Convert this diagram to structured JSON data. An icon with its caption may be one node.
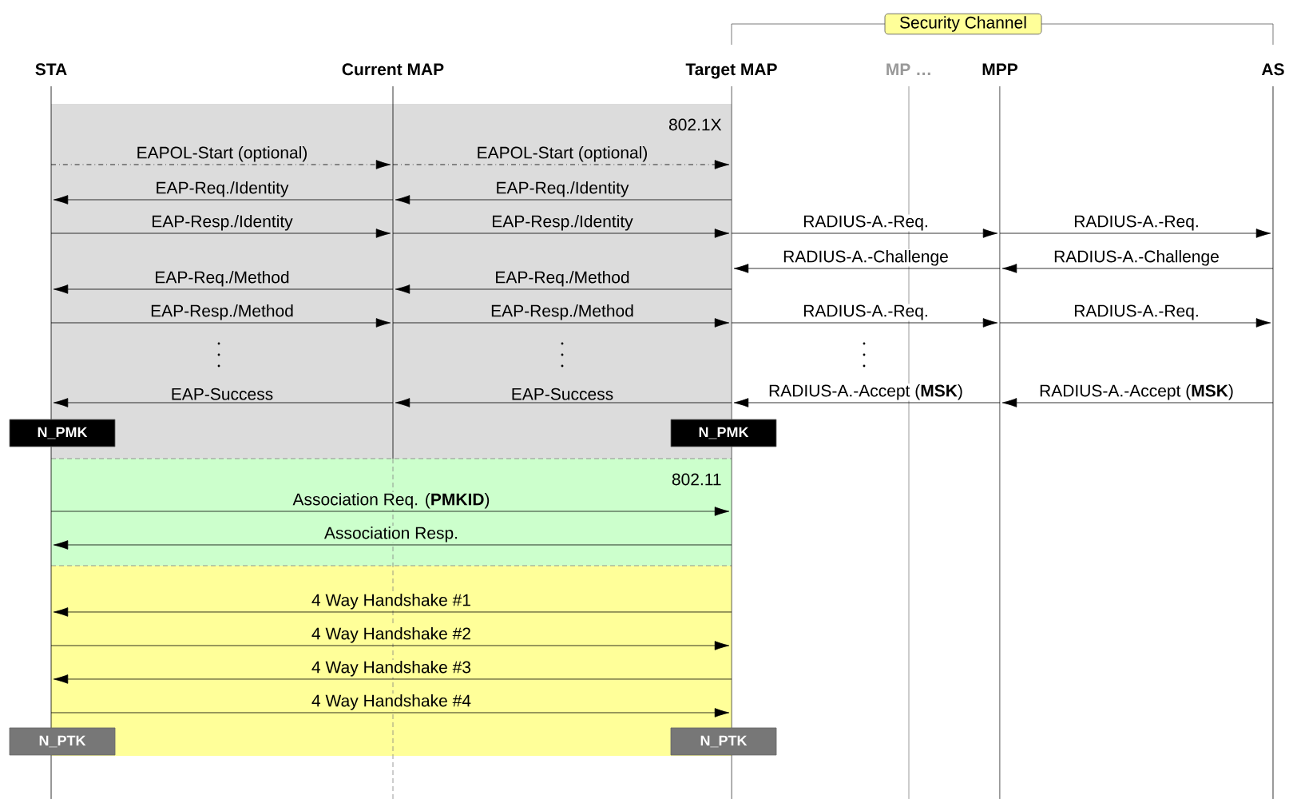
{
  "diagram": {
    "nodes": [
      {
        "text": [],
        "shape": "line",
        "beside": [
          "STA"
        ]
      },
      {
        "text": [],
        "shape": "line",
        "beside": [
          "Current MAP"
        ]
      },
      {
        "text": [],
        "shape": "line",
        "beside": [
          "Target MAP"
        ]
      },
      {
        "text": [],
        "shape": "line",
        "beside": [
          "MP …"
        ]
      },
      {
        "text": [],
        "shape": "line",
        "beside": [
          "MPP"
        ]
      },
      {
        "text": [],
        "shape": "line",
        "beside": [
          "AS"
        ]
      },
      {
        "text": [
          "Security Channel"
        ]
      },
      {
        "text": [
          "N_PMK"
        ]
      },
      {
        "text": [
          "N_PMK"
        ]
      },
      {
        "text": [
          "N_PTK"
        ]
      },
      {
        "text": [
          "N_PTK"
        ]
      }
    ],
    "edges": [
      {
        "from": 0,
        "to": 1,
        "arrow": "to",
        "label": "EAPOL-Start (optional)",
        "style": "dashed"
      },
      {
        "from": 1,
        "to": 2,
        "arrow": "to",
        "label": "EAPOL-Start (optional)",
        "style": "dashed"
      },
      {
        "from": 1,
        "to": 0,
        "arrow": "to",
        "label": "EAP-Req./Identity"
      },
      {
        "from": 2,
        "to": 1,
        "arrow": "to",
        "label": "EAP-Req./Identity"
      },
      {
        "from": 0,
        "to": 1,
        "arrow": "to",
        "label": "EAP-Resp./Identity"
      },
      {
        "from": 1,
        "to": 2,
        "arrow": "to",
        "label": "EAP-Resp./Identity"
      },
      {
        "from": 2,
        "to": 4,
        "arrow": "to",
        "label": "RADIUS-A.-Req."
      },
      {
        "from": 4,
        "to": 5,
        "arrow": "to",
        "label": "RADIUS-A.-Req."
      },
      {
        "from": 4,
        "to": 2,
        "arrow": "to",
        "label": "RADIUS-A.-Challenge"
      },
      {
        "from": 5,
        "to": 4,
        "arrow": "to",
        "label": "RADIUS-A.-Challenge"
      },
      {
        "from": 1,
        "to": 0,
        "arrow": "to",
        "label": "EAP-Req./Method"
      },
      {
        "from": 2,
        "to": 1,
        "arrow": "to",
        "label": "EAP-Req./Method"
      },
      {
        "from": 0,
        "to": 1,
        "arrow": "to",
        "label": "EAP-Resp./Method"
      },
      {
        "from": 1,
        "to": 2,
        "arrow": "to",
        "label": "EAP-Resp./Method"
      },
      {
        "from": 2,
        "to": 4,
        "arrow": "to",
        "label": "RADIUS-A.-Req."
      },
      {
        "from": 4,
        "to": 5,
        "arrow": "to",
        "label": "RADIUS-A.-Req."
      },
      {
        "from": 1,
        "to": 0,
        "arrow": "to",
        "label": "EAP-Success"
      },
      {
        "from": 2,
        "to": 1,
        "arrow": "to",
        "label": "EAP-Success"
      },
      {
        "from": 4,
        "to": 2,
        "arrow": "to",
        "label": "RADIUS-A.-Accept (**MSK**)"
      },
      {
        "from": 5,
        "to": 4,
        "arrow": "to",
        "label": "RADIUS-A.-Accept (**MSK**)"
      },
      {
        "from": 0,
        "to": 2,
        "arrow": "to",
        "label": "Association Req. (**PMKID**)"
      },
      {
        "from": 2,
        "to": 0,
        "arrow": "to",
        "label": "Association Resp."
      },
      {
        "from": 2,
        "to": 0,
        "arrow": "to",
        "label": "4 Way Handshake #1"
      },
      {
        "from": 0,
        "to": 2,
        "arrow": "to",
        "label": "4 Way Handshake #2"
      },
      {
        "from": 2,
        "to": 0,
        "arrow": "to",
        "label": "4 Way Handshake #3"
      },
      {
        "from": 0,
        "to": 2,
        "arrow": "to",
        "label": "4 Way Handshake #4"
      }
    ],
    "labels": [
      "802.1X",
      "802.11"
    ]
  }
}
